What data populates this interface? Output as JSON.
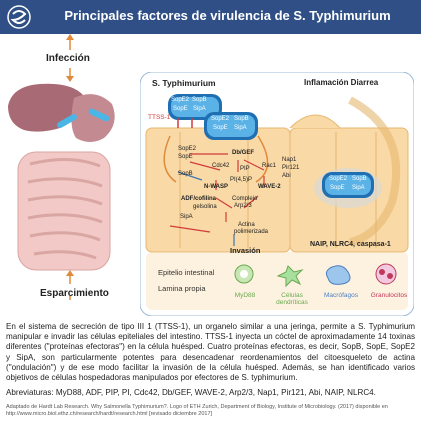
{
  "header": {
    "title": "Principales factores de virulencia de S. Typhimurium"
  },
  "left": {
    "infection_label": "Infección",
    "spread_label": "Esparcimiento"
  },
  "panel": {
    "salmonella_title": "S. Typhimurium",
    "inflammation_title": "Inflamación Diarrea",
    "ttss_label": "TTSS-1",
    "bacterium_labels": [
      "SopE2",
      "SopB",
      "SopE",
      "SipA"
    ],
    "invading_labels": [
      "SopE2",
      "SopB",
      "SopE",
      "SipA"
    ],
    "right_bacterium_labels": [
      "SopE2",
      "SopB",
      "SopE",
      "SipA"
    ],
    "pathway": {
      "sope2": "SopE2",
      "sope": "SopE",
      "dbgef": "Db/GEF",
      "cdc42": "Cdc42",
      "pip": "PIP",
      "rac1": "Rac1",
      "nap1": "Nap1",
      "pir121": "Pir121",
      "abi": "Abi",
      "sopb": "SopB",
      "pip45": "PI(4,5)P",
      "nwasp": "N-WASP",
      "wave2": "WAVE-2",
      "adf": "ADF/cofilina",
      "gelsolina": "gelsolina",
      "complejo": "Complejo",
      "arp": "Arp2/3",
      "sipa": "SipA",
      "actina1": "Actina",
      "actina2": "polimerizada",
      "invasion": "Invasión"
    },
    "naip": "NAIP, NLRC4, caspasa-1"
  },
  "legend": {
    "epitelio": "Epitelio intestinal",
    "lamina": "Lamina propia",
    "items": [
      "MyD88",
      "Células dendríticas",
      "Macrófagos",
      "Granulocitos"
    ]
  },
  "caption": "En el sistema de secreción de tipo III 1 (TTSS-1), un organelo similar a una jeringa, permite a S. Typhimurium manipular e invadir las células epiteliales del intestino. TTSS-1 inyecta un cóctel de aproximadamente 14 toxinas diferentes (\"proteínas efectoras\") en la célula huésped. Cuatro proteínas efectoras, es decir, SopB, SopE, SopE2 y SipA, son particularmente potentes para desencadenar reordenamientos del citoesqueleto de actina (\"ondulación\") y de ese modo facilitar la invasión de la célula huésped. Además, se han identificado varios objetivos de células hospedadoras manipulados por efectores de S. typhimurium.",
  "abbreviations": "Abreviaturas: MyD88, ADF, PIP, PI, Cdc42, Db/GEF, WAVE-2, Arp2/3, Nap1, Pir121, Abi, NAIP, NLRC4.",
  "source": "Adaptado de Hardt Lab Research. Why Salmonella Typhimurium?. Logo of ETH Zurich, Department of Biology, Institute of Microbiology. (2017) disponible en http://www.micro.biol.ethz.ch/research/hardt/research.html [revisado diciembre 2017]"
}
